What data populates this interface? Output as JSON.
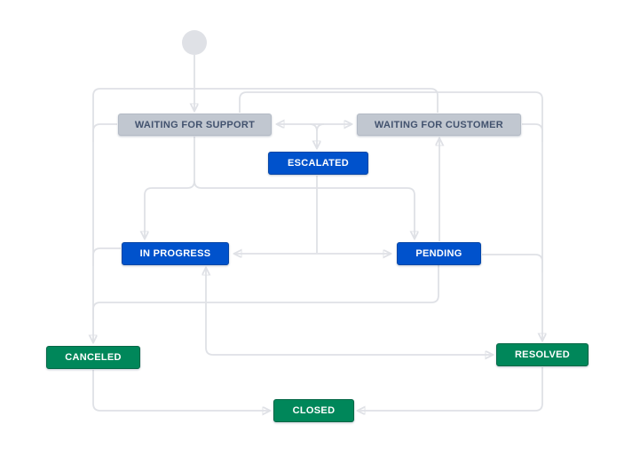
{
  "diagram": {
    "type": "workflow-status-diagram",
    "start_node": {
      "name": "start"
    },
    "nodes": [
      {
        "id": "waiting-for-support",
        "label": "WAITING FOR SUPPORT",
        "category": "todo",
        "color": "#c1c7d0"
      },
      {
        "id": "waiting-for-customer",
        "label": "WAITING FOR CUSTOMER",
        "category": "todo",
        "color": "#c1c7d0"
      },
      {
        "id": "escalated",
        "label": "ESCALATED",
        "category": "in-progress",
        "color": "#0052cc"
      },
      {
        "id": "in-progress",
        "label": "IN PROGRESS",
        "category": "in-progress",
        "color": "#0052cc"
      },
      {
        "id": "pending",
        "label": "PENDING",
        "category": "in-progress",
        "color": "#0052cc"
      },
      {
        "id": "canceled",
        "label": "CANCELED",
        "category": "done",
        "color": "#00875a"
      },
      {
        "id": "resolved",
        "label": "RESOLVED",
        "category": "done",
        "color": "#00875a"
      },
      {
        "id": "closed",
        "label": "CLOSED",
        "category": "done",
        "color": "#00875a"
      }
    ],
    "edges": [
      {
        "from": "start",
        "to": "waiting-for-support",
        "bidirectional": false
      },
      {
        "from": "waiting-for-support",
        "to": "waiting-for-customer",
        "bidirectional": true
      },
      {
        "from": "waiting-for-support",
        "to": "escalated",
        "bidirectional": false
      },
      {
        "from": "waiting-for-customer",
        "to": "escalated",
        "bidirectional": false
      },
      {
        "from": "escalated",
        "to": "in-progress",
        "bidirectional": false
      },
      {
        "from": "escalated",
        "to": "pending",
        "bidirectional": false
      },
      {
        "from": "in-progress",
        "to": "pending",
        "bidirectional": true
      },
      {
        "from": "waiting-for-support",
        "to": "in-progress",
        "bidirectional": false
      },
      {
        "from": "waiting-for-support",
        "to": "pending",
        "bidirectional": false
      },
      {
        "from": "pending",
        "to": "waiting-for-customer",
        "bidirectional": false
      },
      {
        "from": "waiting-for-support",
        "to": "resolved",
        "bidirectional": false
      },
      {
        "from": "waiting-for-customer",
        "to": "resolved",
        "bidirectional": false
      },
      {
        "from": "pending",
        "to": "resolved",
        "bidirectional": false
      },
      {
        "from": "waiting-for-support",
        "to": "canceled",
        "bidirectional": false
      },
      {
        "from": "waiting-for-customer",
        "to": "canceled",
        "bidirectional": false
      },
      {
        "from": "in-progress",
        "to": "canceled",
        "bidirectional": false
      },
      {
        "from": "pending",
        "to": "canceled",
        "bidirectional": false
      },
      {
        "from": "in-progress",
        "to": "resolved",
        "bidirectional": true
      },
      {
        "from": "canceled",
        "to": "closed",
        "bidirectional": false
      },
      {
        "from": "resolved",
        "to": "closed",
        "bidirectional": false
      }
    ]
  },
  "colors": {
    "background": "#ffffff",
    "edge_line": "#dfe1e6",
    "arrowhead": "#c1c7d0",
    "status_gray": "#c1c7d0",
    "status_gray_text": "#42526e",
    "status_blue": "#0052cc",
    "status_green": "#00875a",
    "start_node": "#dfe1e6"
  }
}
